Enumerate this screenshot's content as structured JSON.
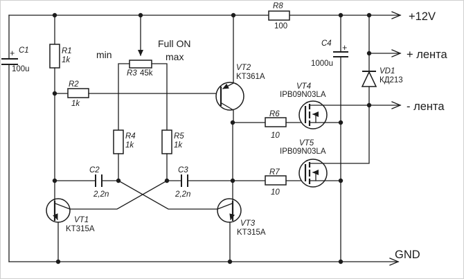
{
  "diagram": {
    "type": "circuit-schematic",
    "description": "Astable multivibrator LED strip flasher schematic",
    "wire_color": "#1c1c1c",
    "background": "#ffffff",
    "components": {
      "c1": {
        "ref": "C1",
        "value": "100u",
        "polarity": "+"
      },
      "r1": {
        "ref": "R1",
        "value": "1k"
      },
      "r2": {
        "ref": "R2",
        "value": "1k"
      },
      "r3": {
        "ref": "R3",
        "value": "45k"
      },
      "r4": {
        "ref": "R4",
        "value": "1k"
      },
      "r5": {
        "ref": "R5",
        "value": "1k"
      },
      "r6": {
        "ref": "R6",
        "value": "10"
      },
      "r7": {
        "ref": "R7",
        "value": "10"
      },
      "r8": {
        "ref": "R8",
        "value": "100"
      },
      "c2": {
        "ref": "C2",
        "value": "2,2n"
      },
      "c3": {
        "ref": "C3",
        "value": "2,2n"
      },
      "c4": {
        "ref": "C4",
        "value": "1000u",
        "polarity": "+"
      },
      "vd1": {
        "ref": "VD1",
        "value": "КД213"
      },
      "vt1": {
        "ref": "VT1",
        "value": "KT315A"
      },
      "vt2": {
        "ref": "VT2",
        "value": "KT361A"
      },
      "vt3": {
        "ref": "VT3",
        "value": "KT315A"
      },
      "vt4": {
        "ref": "VT4",
        "value": "IPB09N03LA"
      },
      "vt5": {
        "ref": "VT5",
        "value": "IPB09N03LA"
      }
    },
    "pot": {
      "min": "min",
      "max": "max",
      "full_on": "Full ON"
    },
    "terminals": {
      "vcc": "+12V",
      "strip_plus": "+ лента",
      "strip_minus": "- лента",
      "gnd": "GND"
    }
  }
}
